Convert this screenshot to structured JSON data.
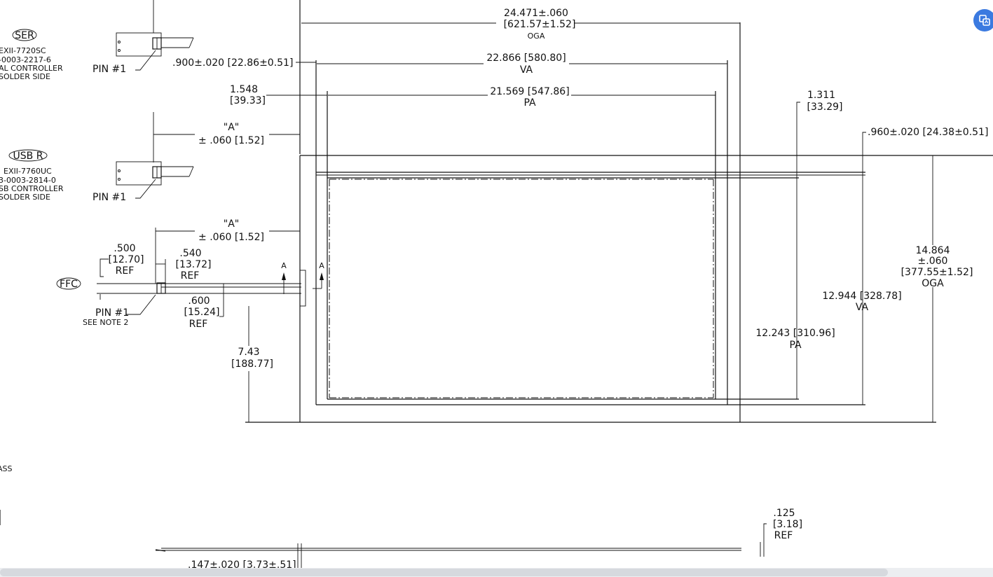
{
  "connectors": {
    "ser": {
      "tag": "SER",
      "part": "EXII-7720SC",
      "pn": "-0003-2217-6",
      "desc1": "AL CONTROLLER",
      "desc2": "SOLDER SIDE",
      "pin": "PIN #1"
    },
    "usb": {
      "tag": "USB R",
      "part": "EXII-7760UC",
      "pn": "3-0003-2814-0",
      "desc1": "SB CONTROLLER",
      "desc2": "SOLDER SIDE",
      "pin": "PIN #1"
    },
    "ffc": {
      "tag": "FFC",
      "pin": "PIN #1",
      "note": "SEE NOTE 2"
    }
  },
  "dims": {
    "oga_w": {
      "v1": "24.471±.060",
      "v2": "[621.57±1.52]",
      "lbl": "OGA"
    },
    "va_w": {
      "v": "22.866 [580.80]",
      "lbl": "VA"
    },
    "pa_w": {
      "v": "21.569 [547.86]",
      "lbl": "PA"
    },
    "left_900": ".900±.020 [22.86±0.51]",
    "left_1548": {
      "v1": "1.548",
      "v2": "[39.33]"
    },
    "a_ser": {
      "v1": "\"A\"",
      "v2": "± .060 [1.52]"
    },
    "a_ffc": {
      "v1": "\"A\"",
      "v2": "± .060 [1.52]"
    },
    "right_1311": {
      "v1": "1.311",
      "v2": "[33.29]"
    },
    "right_960": ".960±.020 [24.38±0.51]",
    "oga_h": {
      "v1": "14.864",
      "v2": "±.060",
      "v3": "[377.55±1.52]",
      "lbl": "OGA"
    },
    "va_h": {
      "v": "12.944 [328.78]",
      "lbl": "VA"
    },
    "pa_h": {
      "v": "12.243 [310.96]",
      "lbl": "PA"
    },
    "d500": {
      "v1": ".500",
      "v2": "[12.70]",
      "v3": "REF"
    },
    "d540": {
      "v1": ".540",
      "v2": "[13.72]",
      "v3": "REF"
    },
    "d600": {
      "v1": ".600",
      "v2": "[15.24]",
      "v3": "REF"
    },
    "d743": {
      "v1": "7.43",
      "v2": "[188.77]"
    },
    "d125": {
      "v1": ".125",
      "v2": "[3.18]",
      "v3": "REF"
    },
    "d147": ".147±.020 [3.73±.51]",
    "section": "A"
  },
  "fragments": {
    "ass": "ASS"
  },
  "ui": {
    "fab_icon": "image-translate-icon"
  }
}
